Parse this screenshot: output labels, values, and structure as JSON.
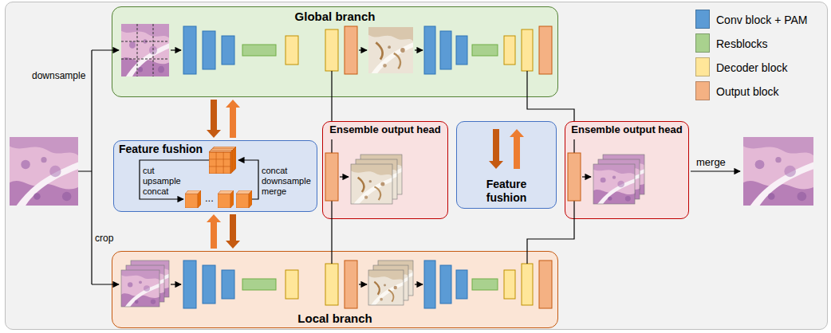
{
  "diagram": {
    "nodes": [
      {
        "text": [
          "Global branch"
        ]
      },
      {
        "text": [
          "Feature fushion"
        ]
      },
      {
        "text": [
          "Ensemble output head"
        ]
      },
      {
        "text": [
          "Feature fushion"
        ]
      },
      {
        "text": [
          "Ensemble output head"
        ]
      },
      {
        "text": [
          "Local branch"
        ]
      }
    ],
    "edges": [
      {
        "from": 0,
        "to": 1,
        "arrow": "both"
      },
      {
        "from": 1,
        "to": 5,
        "arrow": "both"
      },
      {
        "from": 0,
        "to": 2,
        "arrow": "none"
      },
      {
        "from": 5,
        "to": 2,
        "arrow": "none"
      },
      {
        "from": 0,
        "to": 4,
        "arrow": "none"
      },
      {
        "from": 5,
        "to": 4,
        "arrow": "none"
      }
    ],
    "labels": [
      "downsample",
      "crop",
      "cut",
      "upsample",
      "concat",
      "concat",
      "downsample",
      "merge",
      "...",
      "merge"
    ],
    "legend": [
      {
        "text": "Conv block + PAM",
        "color": "#5b9bd5"
      },
      {
        "text": "Resblocks",
        "color": "#a9d18e"
      },
      {
        "text": "Decoder block",
        "color": "#ffe699"
      },
      {
        "text": "Output block",
        "color": "#f4b183"
      }
    ]
  }
}
